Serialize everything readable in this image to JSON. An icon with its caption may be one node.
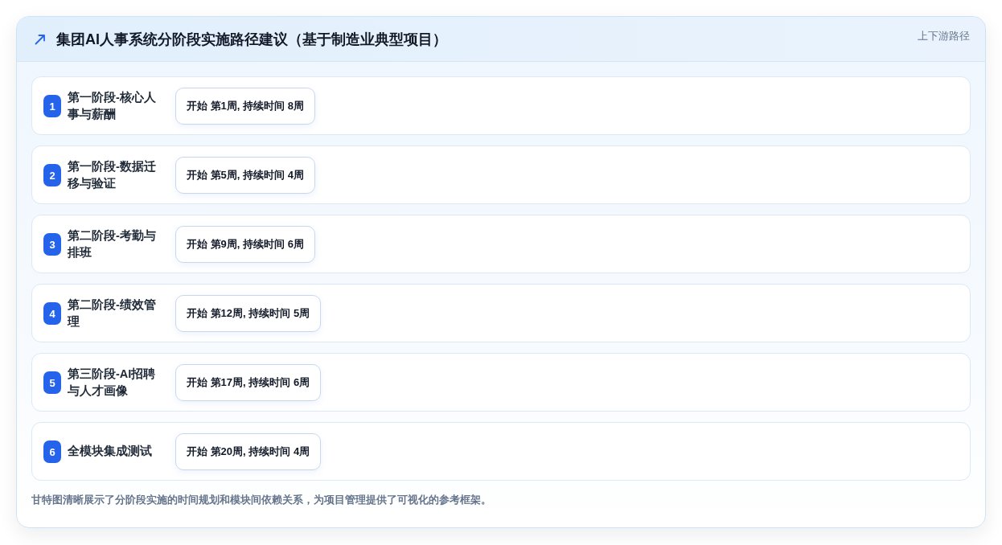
{
  "diagram": {
    "title": "集团AI人事系统分阶段实施路径建议（基于制造业典型项目）",
    "caption": "甘特图清晰展示了分阶段实施的时间规划和模块间依赖关系，为项目管理提供了可视化的参考框架。",
    "nodes": [
      {
        "text": [
          "第一阶段-核心人事与薪酬"
        ]
      },
      {
        "text": [
          "1"
        ],
        "in": 0
      },
      {
        "text": [
          "开始 第1周, 持续时间 8周"
        ],
        "in": 0
      },
      {
        "text": [
          "第一阶段-数据迁移与验证"
        ]
      },
      {
        "text": [
          "2"
        ],
        "in": 3
      },
      {
        "text": [
          "开始 第5周, 持续时间 4周"
        ],
        "in": 3
      },
      {
        "text": [
          "第二阶段-考勤与排班"
        ]
      },
      {
        "text": [
          "3"
        ],
        "in": 6
      },
      {
        "text": [
          "开始 第9周, 持续时间 6周"
        ],
        "in": 6
      },
      {
        "text": [
          "第二阶段-绩效管理"
        ]
      },
      {
        "text": [
          "4"
        ],
        "in": 9
      },
      {
        "text": [
          "开始 第12周, 持续时间 5周"
        ],
        "in": 9
      },
      {
        "text": [
          "第三阶段-AI招聘与人才画像"
        ]
      },
      {
        "text": [
          "5"
        ],
        "in": 12
      },
      {
        "text": [
          "开始 第17周, 持续时间 6周"
        ],
        "in": 12
      },
      {
        "text": [
          "全模块集成测试"
        ]
      },
      {
        "text": [
          "6"
        ],
        "in": 15
      },
      {
        "text": [
          "开始 第20周, 持续时间 4周"
        ],
        "in": 15
      }
    ],
    "labels": [
      "上下游路径"
    ]
  }
}
